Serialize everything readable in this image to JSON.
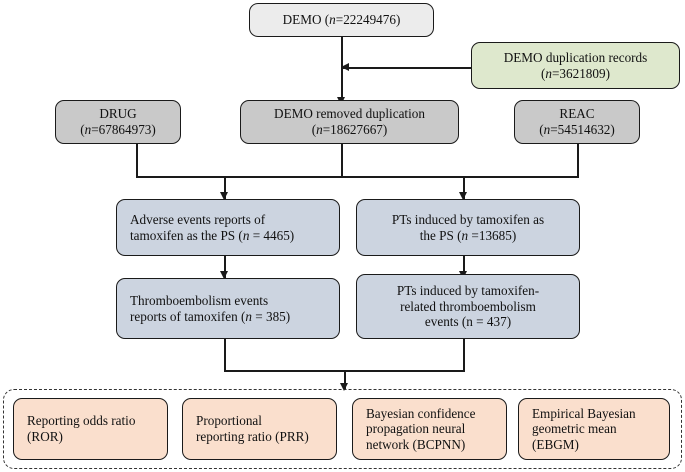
{
  "figure": {
    "type": "flowchart",
    "title": "FAERS database tamoxifen thromboembolism signal detection flowchart"
  },
  "colors": {
    "demo_top": "#ececec",
    "source_tables": "#c9c9c9",
    "duplication": "#dee8cd",
    "extraction": "#ccd4e0",
    "methods": "#fadfcd",
    "stroke": "#1a1a1a",
    "dashed_group": "#333333"
  },
  "nodes": {
    "demo": {
      "label": "DEMO (",
      "n_italic": "n",
      "n_value": "=22249476)",
      "full_text": "DEMO (n=22249476)"
    },
    "demo_duplication": {
      "line1": "DEMO duplication records",
      "n_italic": "n",
      "n_value": "=3621809)",
      "full_text": "DEMO duplication records (n=3621809)"
    },
    "drug": {
      "line1": "DRUG",
      "n_italic": "n",
      "n_value": "=67864973)",
      "full_text": "DRUG (n=67864973)"
    },
    "demo_removed": {
      "line1": "DEMO removed duplication",
      "n_italic": "n",
      "n_value": "=18627667)",
      "full_text": "DEMO removed duplication (n=18627667)"
    },
    "reac": {
      "line1": "REAC",
      "n_italic": "n",
      "n_value": "=54514632)",
      "full_text": "REAC (n=54514632)"
    },
    "adverse_events": {
      "line1": "Adverse events reports of",
      "line2a": "tamoxifen as the PS (",
      "n_italic": "n",
      "n_value": " = 4465)",
      "full_text": "Adverse events reports of tamoxifen as the PS (n = 4465)"
    },
    "pts_ps": {
      "line1": "PTs induced by tamoxifen as",
      "line2a": "the PS (",
      "n_italic": "n",
      "n_value": " =13685)",
      "full_text": "PTs induced by tamoxifen as the PS (n =13685)"
    },
    "thromboembolism_reports": {
      "line1": "Thromboembolism events",
      "line2a": "reports of tamoxifen (",
      "n_italic": "n",
      "n_value": " = 385)",
      "full_text": "Thromboembolism events reports of tamoxifen (n = 385)"
    },
    "pts_thromboembolism": {
      "line1": "PTs induced by tamoxifen-",
      "line2": "related thromboembolism",
      "line3": "events (n = 437)",
      "full_text": "PTs induced by tamoxifen-related thromboembolism events (n = 437)"
    }
  },
  "methods": [
    {
      "id": "ror",
      "line1": "Reporting odds ratio",
      "line2": "(ROR)",
      "full_text": "Reporting odds ratio (ROR)"
    },
    {
      "id": "prr",
      "line1": "Proportional",
      "line2": "reporting ratio (PRR)",
      "full_text": "Proportional reporting ratio (PRR)"
    },
    {
      "id": "bcpnn",
      "line1": "Bayesian confidence",
      "line2": "propagation neural",
      "line3": "network (BCPNN)",
      "full_text": "Bayesian confidence propagation neural network (BCPNN)"
    },
    {
      "id": "ebgm",
      "line1": "Empirical Bayesian",
      "line2": "geometric mean",
      "line3": "(EBGM)",
      "full_text": "Empirical Bayesian geometric mean (EBGM)"
    }
  ]
}
